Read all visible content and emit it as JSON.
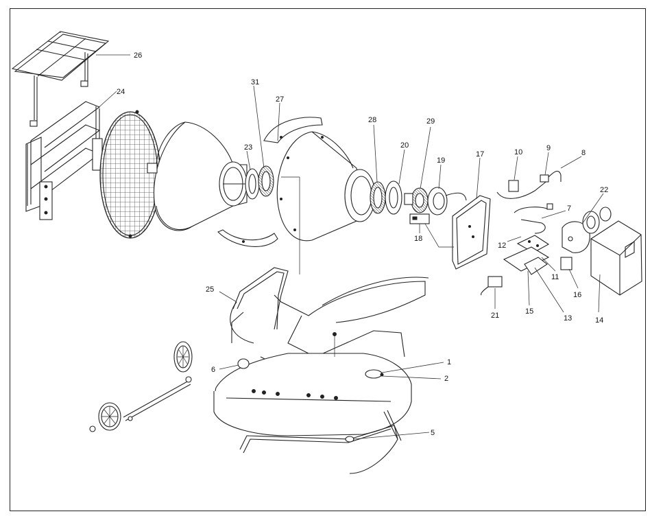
{
  "diagram": {
    "part_labels": [
      "1",
      "2",
      "5",
      "6",
      "7",
      "8",
      "9",
      "10",
      "11",
      "12",
      "13",
      "14",
      "15",
      "16",
      "17",
      "18",
      "19",
      "20",
      "21",
      "22",
      "23",
      "24",
      "25",
      "26",
      "27",
      "28",
      "29",
      "31"
    ]
  },
  "colors": {
    "line": "#222222",
    "background": "#ffffff"
  }
}
